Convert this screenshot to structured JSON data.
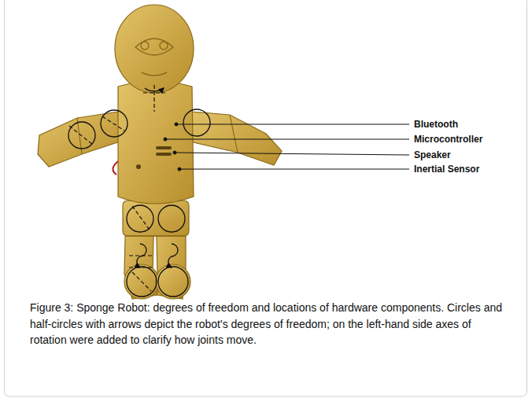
{
  "diagram": {
    "caption": "Figure 3: Sponge Robot: degrees of freedom and locations of hardware components. Circles and half-circles with arrows depict the robot's degrees of freedom; on the left-hand side axes of rotation were added to clarify how joints move.",
    "labels": [
      "Bluetooth",
      "Microcontroller",
      "Speaker",
      "Inertial Sensor"
    ]
  }
}
